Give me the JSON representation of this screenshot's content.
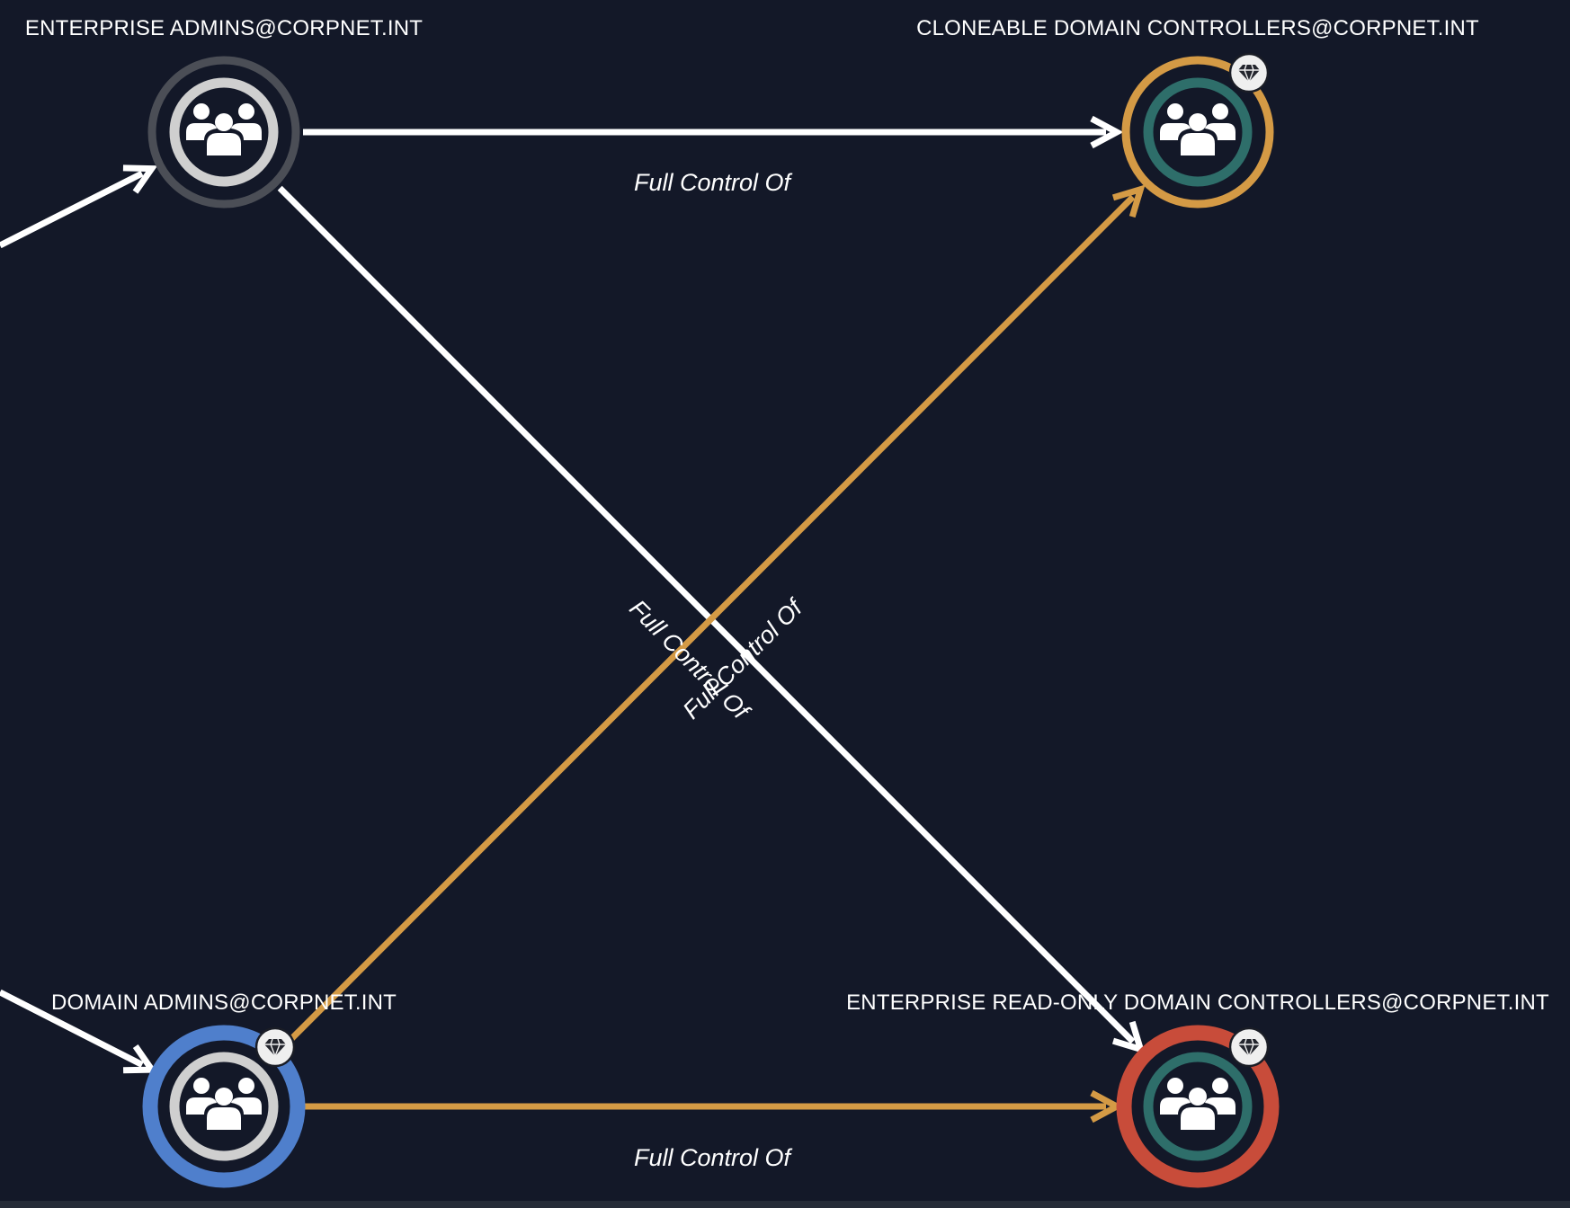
{
  "colors": {
    "background": "#131828",
    "edge_default": "#ffffff",
    "edge_highlight": "#d49a45",
    "node_neutral_ring": "#4b4e56",
    "node_tier_zero_ring": "#d49a45",
    "node_owned_ring": "#4f7fcc",
    "node_target_ring": "#c84c3a",
    "group_inner_gray": "#cfcfcf",
    "group_inner_teal": "#2e6e6a",
    "badge_bg": "#efefef"
  },
  "nodes": [
    {
      "id": "enterprise-admins",
      "label": "ENTERPRISE ADMINS@CORPNET.INT",
      "icon": "group-icon",
      "ring": "node_neutral_ring",
      "inner": "group_inner_gray",
      "badge": ""
    },
    {
      "id": "cloneable-dcs",
      "label": "CLONEABLE DOMAIN CONTROLLERS@CORPNET.INT",
      "icon": "group-icon",
      "ring": "node_tier_zero_ring",
      "inner": "group_inner_teal",
      "badge": "diamond-icon"
    },
    {
      "id": "domain-admins",
      "label": "DOMAIN ADMINS@CORPNET.INT",
      "icon": "group-icon",
      "ring": "node_owned_ring",
      "inner": "group_inner_gray",
      "badge": "diamond-icon"
    },
    {
      "id": "enterprise-rodcs",
      "label": "ENTERPRISE READ-ONLY DOMAIN CONTROLLERS@CORPNET.INT",
      "icon": "group-icon",
      "ring": "node_target_ring",
      "inner": "group_inner_teal",
      "badge": "diamond-icon"
    }
  ],
  "edges": [
    {
      "id": "ea-to-cdc",
      "from": "enterprise-admins",
      "to": "cloneable-dcs",
      "label": "Full Control Of",
      "color": "edge_default"
    },
    {
      "id": "ea-to-erodc",
      "from": "enterprise-admins",
      "to": "enterprise-rodcs",
      "label": "Full Control Of",
      "color": "edge_default"
    },
    {
      "id": "da-to-cdc",
      "from": "domain-admins",
      "to": "cloneable-dcs",
      "label": "Full Control Of",
      "color": "edge_highlight"
    },
    {
      "id": "da-to-erodc",
      "from": "domain-admins",
      "to": "enterprise-rodcs",
      "label": "Full Control Of",
      "color": "edge_highlight"
    }
  ],
  "incoming_edges": [
    {
      "id": "offscreen-to-ea",
      "to": "enterprise-admins",
      "color": "edge_default"
    },
    {
      "id": "offscreen-to-da",
      "to": "domain-admins",
      "color": "edge_default"
    }
  ]
}
